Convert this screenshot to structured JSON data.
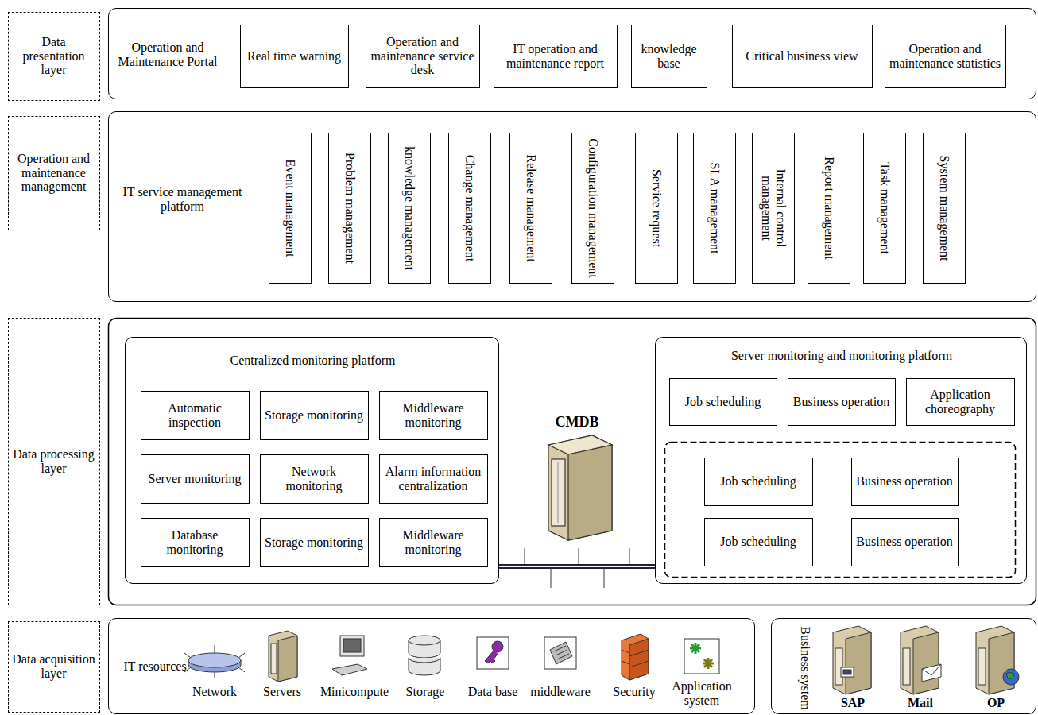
{
  "diagram": {
    "nodes": [
      {
        "text": [
          "Data presentation layer"
        ]
      },
      {
        "text": [
          "Operation and Maintenance Portal"
        ]
      },
      {
        "text": [
          "Real time warning"
        ],
        "in": 1
      },
      {
        "text": [
          "Operation and maintenance service desk"
        ],
        "in": 1
      },
      {
        "text": [
          "IT operation and maintenance report"
        ],
        "in": 1
      },
      {
        "text": [
          "knowledge base"
        ],
        "in": 1
      },
      {
        "text": [
          "Critical business view"
        ],
        "in": 1
      },
      {
        "text": [
          "Operation and maintenance statistics"
        ],
        "in": 1
      },
      {
        "text": [
          "Operation and maintenance management"
        ]
      },
      {
        "text": [
          "IT service management platform"
        ]
      },
      {
        "text": [
          "Event management"
        ],
        "in": 9
      },
      {
        "text": [
          "Problem management"
        ],
        "in": 9
      },
      {
        "text": [
          "knowledge management"
        ],
        "in": 9
      },
      {
        "text": [
          "Change management"
        ],
        "in": 9
      },
      {
        "text": [
          "Release management"
        ],
        "in": 9
      },
      {
        "text": [
          "Configuration management"
        ],
        "in": 9
      },
      {
        "text": [
          "Service request"
        ],
        "in": 9
      },
      {
        "text": [
          "SLA management"
        ],
        "in": 9
      },
      {
        "text": [
          "Internal control management"
        ],
        "in": 9
      },
      {
        "text": [
          "Report management"
        ],
        "in": 9
      },
      {
        "text": [
          "Task management"
        ],
        "in": 9
      },
      {
        "text": [
          "System management"
        ],
        "in": 9
      },
      {
        "text": [
          "Data processing layer"
        ]
      },
      {
        "text": [
          "Centralized monitoring platform"
        ]
      },
      {
        "text": [
          "Automatic inspection"
        ],
        "in": 23
      },
      {
        "text": [
          "Storage monitoring"
        ],
        "in": 23
      },
      {
        "text": [
          "Middleware monitoring"
        ],
        "in": 23
      },
      {
        "text": [
          "Server monitoring"
        ],
        "in": 23
      },
      {
        "text": [
          "Network monitoring"
        ],
        "in": 23
      },
      {
        "text": [
          "Alarm information centralization"
        ],
        "in": 23
      },
      {
        "text": [
          "Database monitoring"
        ],
        "in": 23
      },
      {
        "text": [
          "Storage monitoring"
        ],
        "in": 23
      },
      {
        "text": [
          "Middleware monitoring"
        ],
        "in": 23
      },
      {
        "text": [
          "Server monitoring and monitoring platform"
        ]
      },
      {
        "text": [
          "Job scheduling"
        ],
        "in": 33
      },
      {
        "text": [
          "Business operation"
        ],
        "in": 33
      },
      {
        "text": [
          "Application choreography"
        ],
        "in": 33
      },
      {
        "text": [
          "Job scheduling"
        ],
        "in": 33
      },
      {
        "text": [
          "Business operation"
        ],
        "in": 33
      },
      {
        "text": [
          "Job scheduling"
        ],
        "in": 33
      },
      {
        "text": [
          "Business operation"
        ],
        "in": 33
      },
      {
        "text": [
          "Data acquisition layer"
        ]
      },
      {
        "text": [
          "IT resources"
        ]
      },
      {
        "text": [
          "Business system"
        ]
      }
    ],
    "edges": [
      {
        "from": 23,
        "to": 33,
        "arrow": "none"
      }
    ],
    "labels": [
      "CMDB",
      "Network",
      "Servers",
      "Minicompute",
      "Storage",
      "Data base",
      "middleware",
      "Security",
      "Application system",
      "SAP",
      "Mail",
      "OP"
    ]
  }
}
